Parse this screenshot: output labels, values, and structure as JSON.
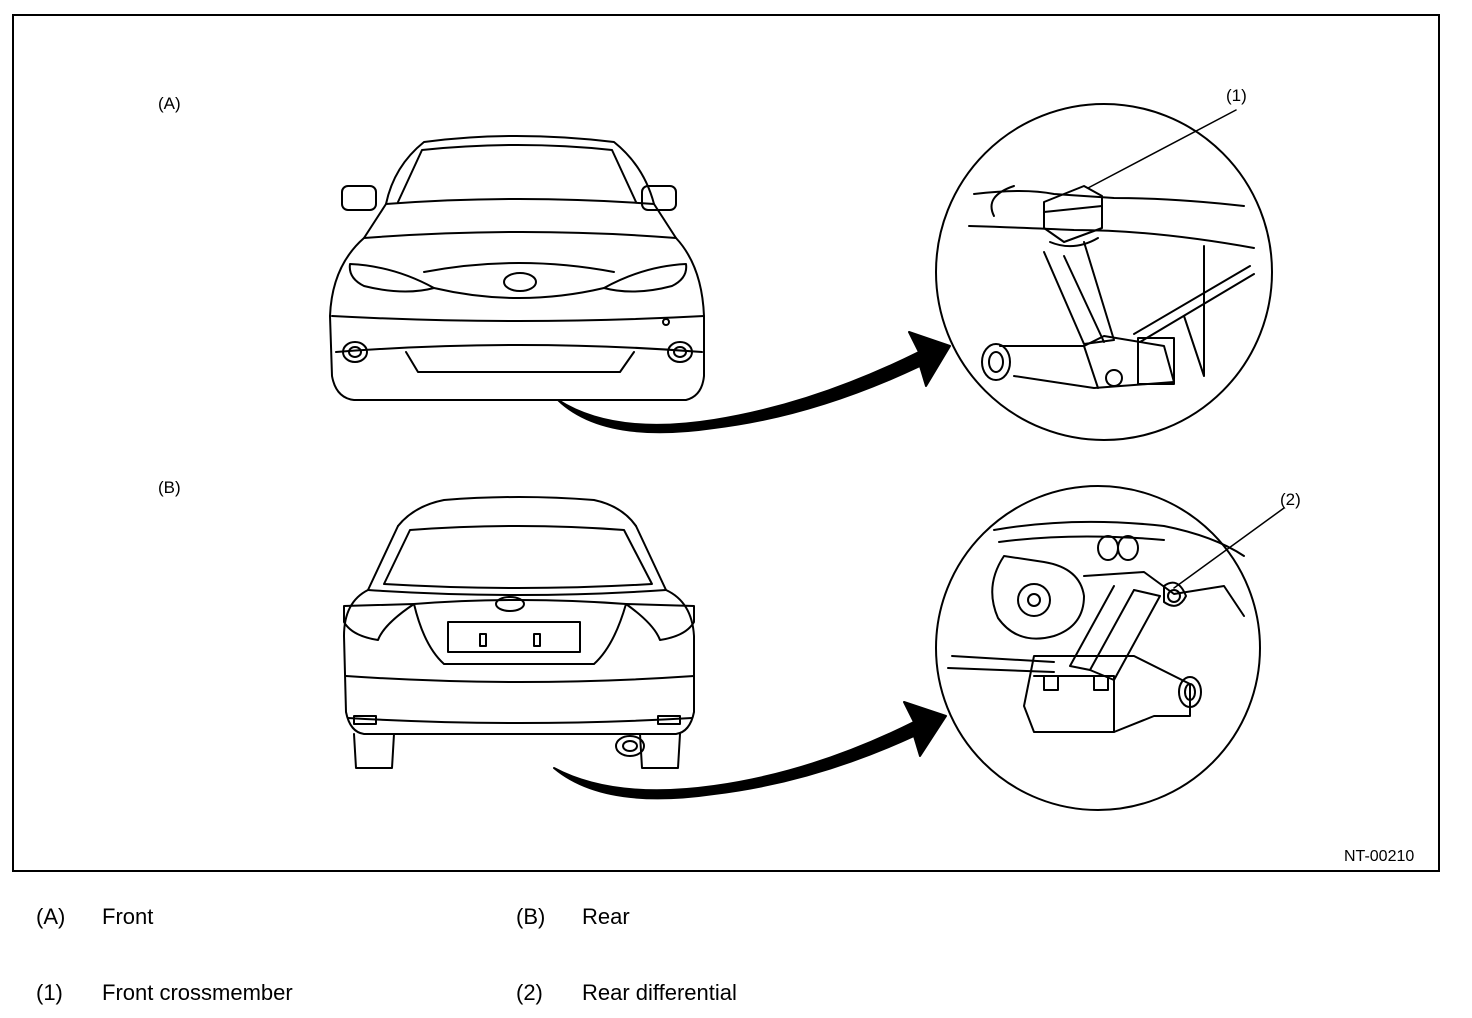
{
  "figure": {
    "section_labels": {
      "front": "(A)",
      "rear": "(B)"
    },
    "callouts": {
      "front_point": "(1)",
      "rear_point": "(2)"
    },
    "figure_id": "NT-00210"
  },
  "legend": [
    {
      "key": "(A)",
      "text": "Front"
    },
    {
      "key": "(B)",
      "text": "Rear"
    },
    {
      "key": "(1)",
      "text": "Front crossmember"
    },
    {
      "key": "(2)",
      "text": "Rear differential"
    }
  ]
}
